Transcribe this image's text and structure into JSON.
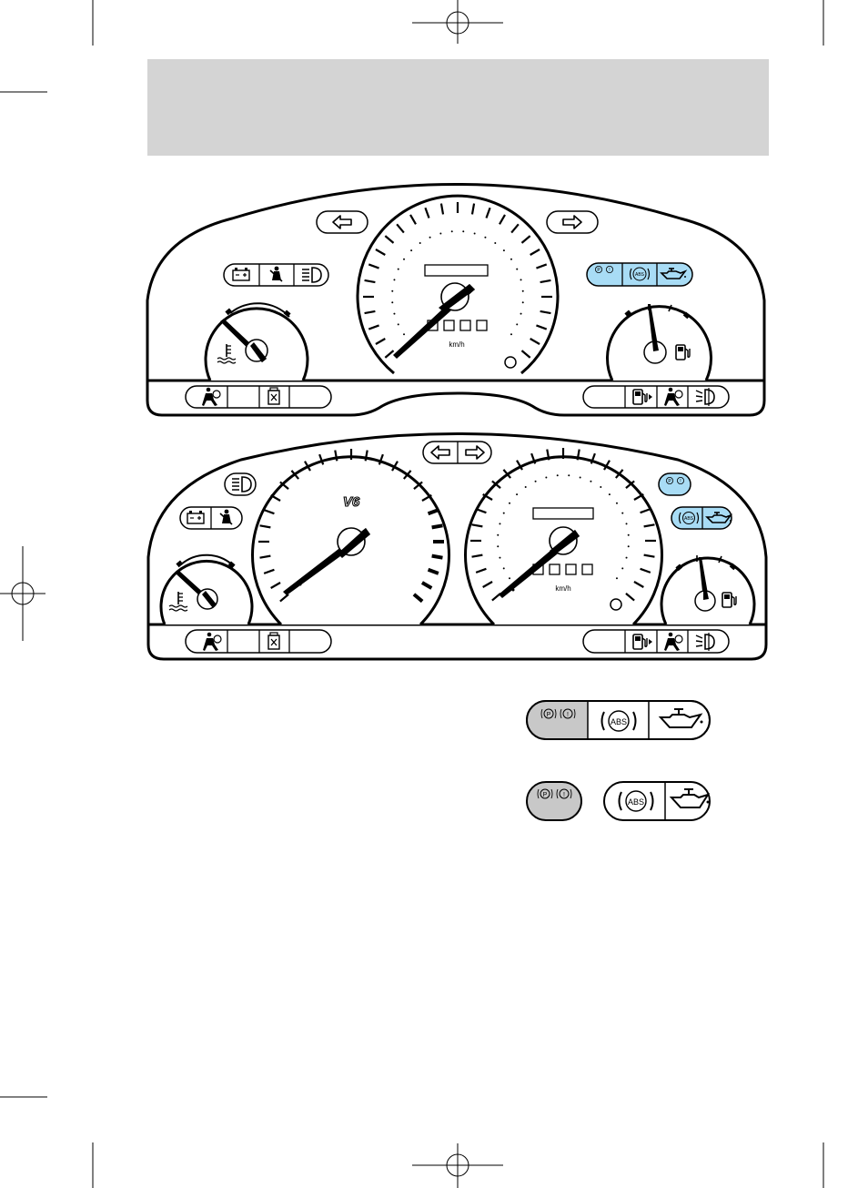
{
  "header_band": {
    "color": "#d4d4d4"
  },
  "colors": {
    "highlight_cyan": "#a8dcf5",
    "highlight_grey": "#c8c8c8",
    "stroke": "#000000"
  },
  "cluster_standard": {
    "turn_left_icon": "arrow-left-icon",
    "turn_right_icon": "arrow-right-icon",
    "left_warning_group": [
      "battery-icon",
      "seatbelt-icon",
      "headlamp-icon"
    ],
    "right_warning_group": [
      "brake-parking-icon",
      "abs-icon",
      "oil-can-icon"
    ],
    "bottom_left_group": [
      "airbag-icon",
      "blank",
      "door-ajar-icon",
      "blank"
    ],
    "bottom_right_group": [
      "blank",
      "low-fuel-icon",
      "airbag-icon",
      "fog-lamp-icon"
    ],
    "speedometer_unit": "km/h",
    "temp_gauge_icon": "coolant-temperature-icon",
    "fuel_gauge_icon": "fuel-pump-icon"
  },
  "cluster_v6": {
    "tachometer_badge": "V6",
    "speedometer_unit": "km/h",
    "turn_signals": [
      "arrow-left-icon",
      "arrow-right-icon"
    ],
    "upper_left_icons": [
      "headlamp-icon"
    ],
    "left_warning_group": [
      "battery-icon",
      "seatbelt-icon"
    ],
    "upper_right_icons": [
      "brake-parking-icon"
    ],
    "right_warning_group": [
      "abs-icon",
      "oil-can-icon"
    ],
    "bottom_left_group": [
      "airbag-icon",
      "blank",
      "door-ajar-icon",
      "blank"
    ],
    "bottom_right_group": [
      "blank",
      "low-fuel-icon",
      "airbag-icon",
      "fog-lamp-icon"
    ]
  },
  "detail_combined": {
    "brake_label": "P",
    "brake_warning": "!",
    "abs_label": "ABS"
  },
  "detail_separate": {
    "brake_label": "P",
    "brake_warning": "!",
    "abs_label": "ABS"
  }
}
